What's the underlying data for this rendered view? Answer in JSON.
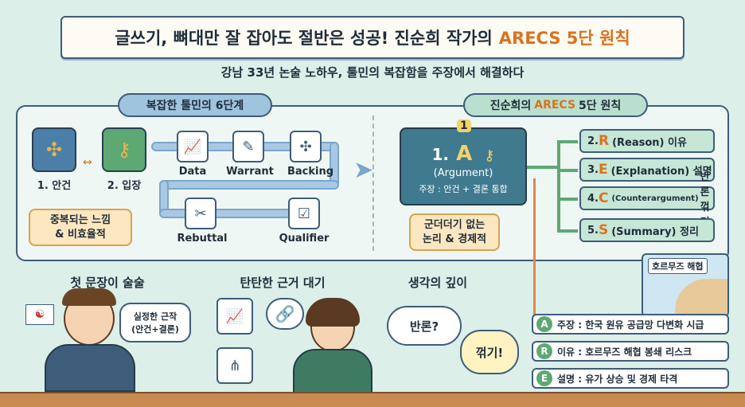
{
  "title": {
    "main": "글쓰기, 뼈대만 잘 잡아도 절반은 성공! 진순희 작가의",
    "accent": "ARECS 5단 원칙"
  },
  "subtitle": "강남 33년 논술 노하우, 툴민의 복잡함을 주장에서 해결하다",
  "left_panel": {
    "header": "복잡한 툴민의 6단계",
    "issue_label": "1. 안건",
    "stance_label": "2. 입장",
    "steps": [
      "Data",
      "Warrant",
      "Backing",
      "Rebuttal",
      "Qualifier"
    ],
    "note": {
      "line1": "중복되는 느낌",
      "line2": "& 비효율적"
    }
  },
  "right_panel": {
    "header_prefix": "진순희의",
    "header_accent": "ARECS",
    "header_suffix": "5단 원칙",
    "main_step": {
      "number": "1",
      "label_num": "1.",
      "letter": "A",
      "name": "(Argument)",
      "desc": "주장 : 안건 + 결론 통합"
    },
    "note": {
      "line1": "군더더기 없는",
      "line2": "논리 & 경제적"
    },
    "steps": [
      {
        "num": "2.",
        "letter": "R",
        "text": "(Reason) 이유",
        "small": ""
      },
      {
        "num": "3.",
        "letter": "E",
        "text": "(Explanation) 설명",
        "small": ""
      },
      {
        "num": "4.",
        "letter": "C",
        "small": "(Counterargument)",
        "text": "반론꺾기"
      },
      {
        "num": "5.",
        "letter": "S",
        "text": "(Summary) 정리",
        "small": ""
      }
    ]
  },
  "bottom": {
    "first_sentence_label": "첫 문장이 술술",
    "student_bubble": {
      "line1": "실정한 근작",
      "line2": "(안건+결론)"
    },
    "evidence_label": "탄탄한 근거 대기",
    "depth_label": "생각의 깊이",
    "bubble_rebuttal": "반론?",
    "bubble_break": "꺾기!",
    "map_label": "호르무즈 해협",
    "summary": [
      {
        "letter": "A",
        "text": "주장 : 한국 원유 공급망 다변화 시급"
      },
      {
        "letter": "R",
        "text": "이유 : 호르무즈 해협 봉쇄 리스크"
      },
      {
        "letter": "E",
        "text": "설명 : 유가 상승 및 경제 타격"
      }
    ]
  },
  "colors": {
    "accent": "#d9731f",
    "navy": "#3e5d7a",
    "teal": "#3f7a8f",
    "green": "#5ea873",
    "background": "#dcefe8"
  },
  "icons": [
    "puzzle-icon",
    "key-icon",
    "chart-icon",
    "document-icon",
    "puzzle-piece-icon",
    "broken-link-icon",
    "checklist-icon",
    "korean-flag-icon",
    "link-icon",
    "share-icon",
    "map-icon"
  ]
}
